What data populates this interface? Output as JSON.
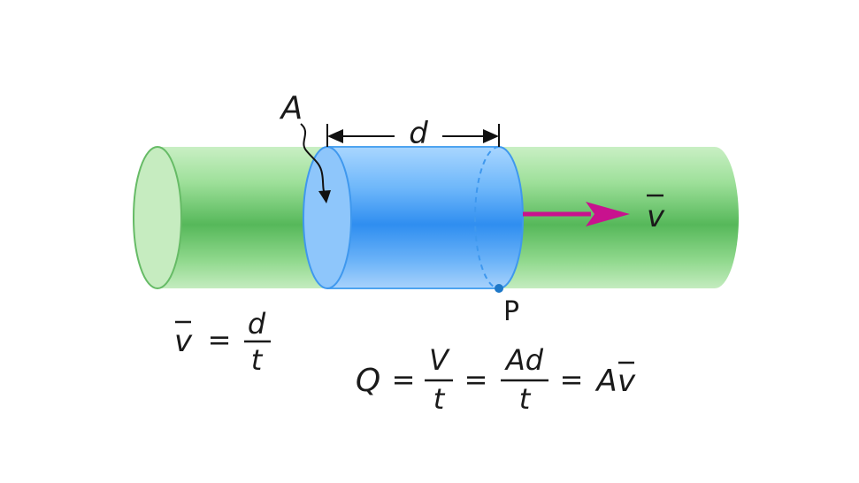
{
  "labels": {
    "area": "A",
    "distance": "d",
    "velocity": "v",
    "point": "P"
  },
  "equation_velocity": {
    "lhs": "v",
    "equals": "=",
    "numerator": "d",
    "denominator": "t"
  },
  "equation_flow": {
    "q": "Q",
    "eq1": "=",
    "frac1_num": "V",
    "frac1_den": "t",
    "eq2": "=",
    "frac2_num": "Ad",
    "frac2_den": "t",
    "eq3": "=",
    "product_a": "A",
    "product_v": "v"
  },
  "colors": {
    "pipe": "#8fd88c",
    "fluid_volume": "#5aaaf2",
    "velocity_arrow": "#c8128e",
    "point_marker": "#1e78c8"
  }
}
